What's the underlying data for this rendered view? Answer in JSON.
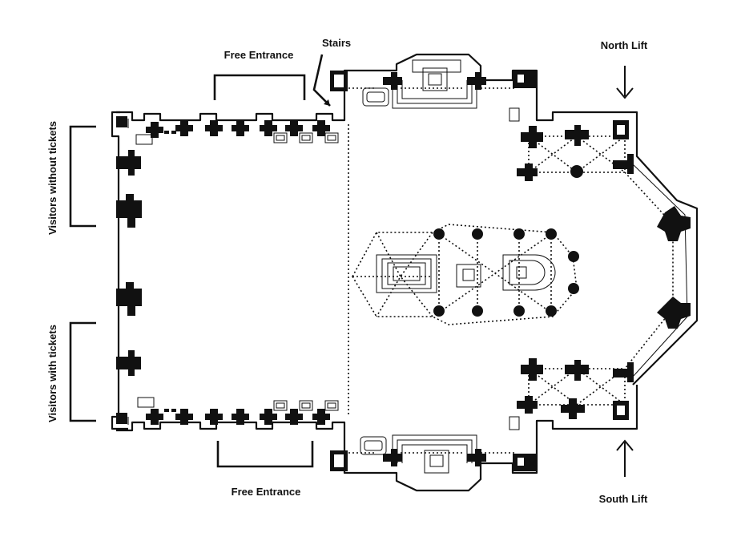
{
  "labels": {
    "stairs": "Stairs",
    "free_entrance_top": "Free Entrance",
    "free_entrance_bottom": "Free Entrance",
    "north_lift": "North Lift",
    "south_lift": "South Lift",
    "visitors_without_tickets": "Visitors without tickets",
    "visitors_with_tickets": "Visitors with tickets"
  },
  "colors": {
    "ink": "#111111",
    "background": "#ffffff"
  }
}
